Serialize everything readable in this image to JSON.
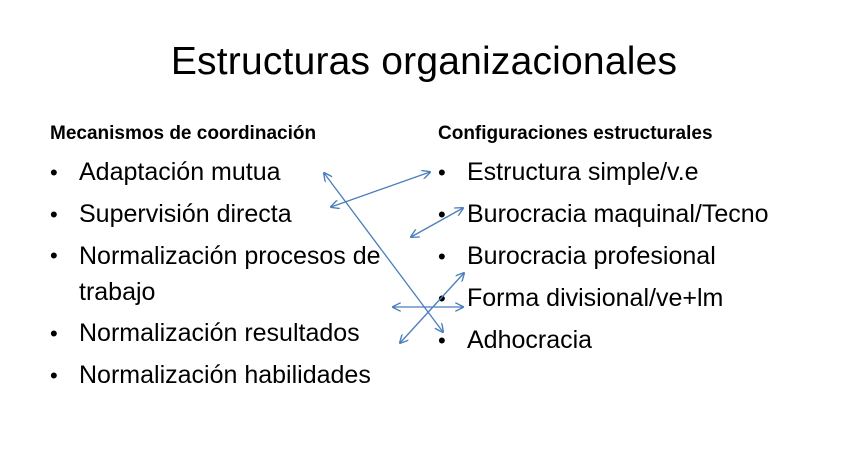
{
  "slide": {
    "title": "Estructuras organizacionales",
    "left_column": {
      "heading": "Mecanismos de coordinación",
      "items": [
        {
          "label": "Adaptación mutua"
        },
        {
          "label": "Supervisión directa"
        },
        {
          "label": "Normalización procesos de trabajo"
        },
        {
          "label": "Normalización resultados"
        },
        {
          "label": "Normalización habilidades"
        }
      ]
    },
    "right_column": {
      "heading": "Configuraciones estructurales",
      "items": [
        {
          "label": "Estructura simple/v.e"
        },
        {
          "label": "Burocracia maquinal/Tecno"
        },
        {
          "label": "Burocracia profesional"
        },
        {
          "label": "Forma divisional/ve+lm"
        },
        {
          "label": "Adhocracia"
        }
      ]
    },
    "connector_color": "#4a7ebb",
    "connectors": [
      {
        "from": "Supervisión directa",
        "to": "Estructura simple/v.e",
        "type": "double-arrow"
      },
      {
        "from": "Adaptación mutua",
        "to": "Adhocracia",
        "type": "double-arrow"
      },
      {
        "from": "Normalización procesos de trabajo",
        "to": "Burocracia maquinal/Tecno",
        "type": "double-arrow"
      },
      {
        "from": "Normalización resultados",
        "to": "Forma divisional/ve+lm",
        "type": "double-arrow"
      },
      {
        "from": "Normalización habilidades",
        "to": "Burocracia profesional",
        "type": "double-arrow"
      }
    ]
  }
}
